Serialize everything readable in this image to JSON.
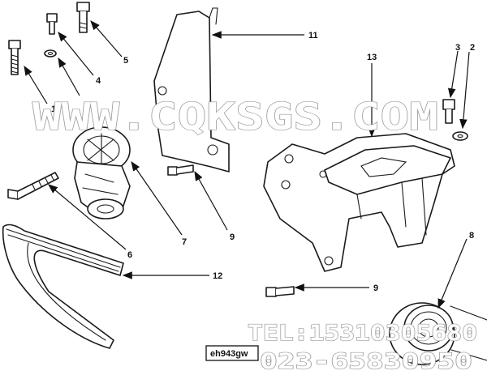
{
  "drawing_code": "eh943gw",
  "watermark": {
    "site": "WWW.CQKSGS.COM",
    "tel": "TEL:15310305680",
    "phone": "023-65830950"
  },
  "callouts": {
    "c1": "1",
    "c2": "2",
    "c3": "3",
    "c4": "4",
    "c5": "5",
    "c6": "6",
    "c7": "7",
    "c8": "8",
    "c9a": "9",
    "c9b": "9",
    "c11": "11",
    "c12": "12",
    "c13": "13"
  },
  "colors": {
    "line": "#1a1a1a",
    "watermark": "#9a9a9a"
  }
}
